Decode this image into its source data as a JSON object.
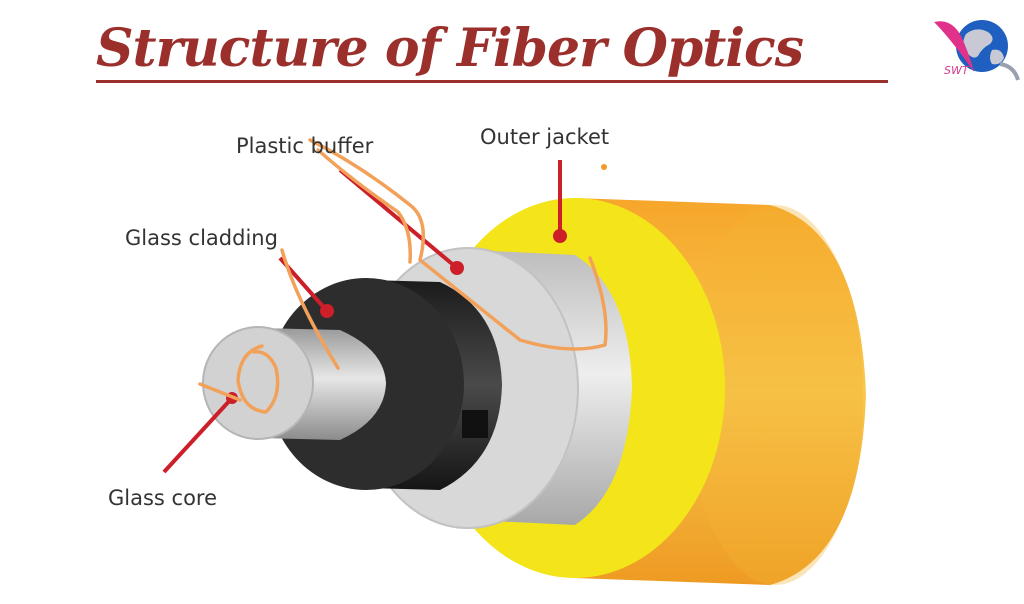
{
  "title": "Structure of Fiber Optics",
  "logo": {
    "text": "SWT",
    "colors": {
      "swoosh": "#e0328a",
      "globe": "#1f5fbf",
      "land": "#c9c9d6"
    }
  },
  "labels": {
    "plastic_buffer": "Plastic buffer",
    "outer_jacket": "Outer jacket",
    "glass_cladding": "Glass cladding",
    "glass_core": "Glass core"
  },
  "colors": {
    "title": "#9b2f2b",
    "leader_line": "#cc1f2a",
    "annotation_ink": "#f2a15a",
    "outer_jacket": "#f5b83a",
    "jacket_face": "#f4e41a",
    "plastic_buffer": "#d8d8d8",
    "glass_cladding": "#2d2d2d",
    "glass_core": "#cfcfcf"
  }
}
